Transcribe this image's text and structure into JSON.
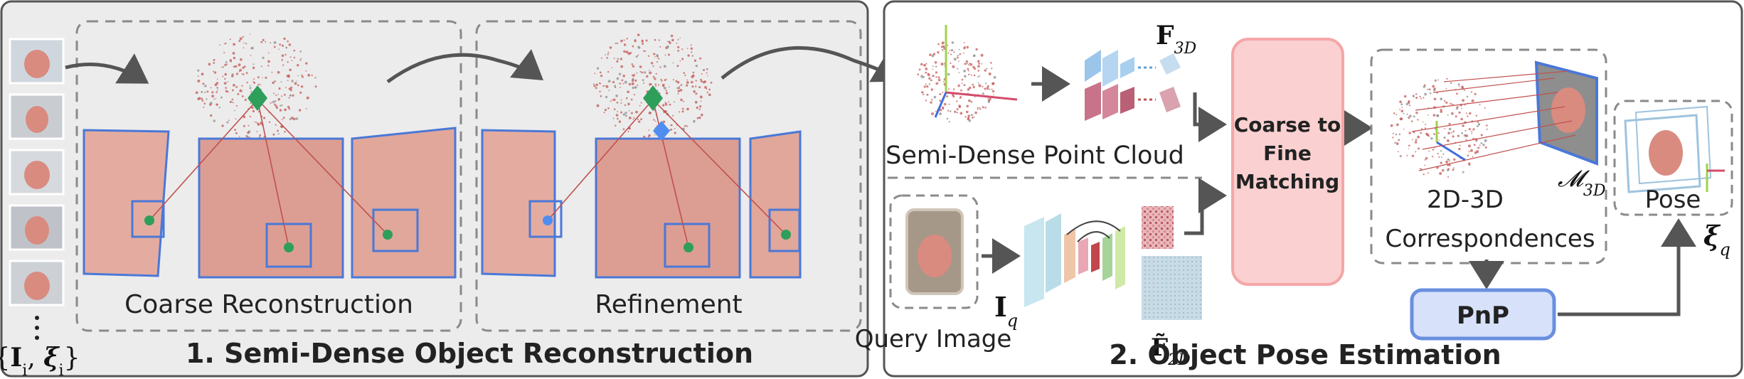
{
  "left_panel": {
    "title": "1. Semi-Dense Object Reconstruction",
    "input_label": "{I_i, ξ_i}",
    "coarse_label": "Coarse Reconstruction",
    "refine_label": "Refinement"
  },
  "right_panel": {
    "title": "2. Object Pose Estimation",
    "point_cloud_label": "Semi-Dense Point Cloud",
    "feature_3d_label": "F3D",
    "matching_label_line1": "Coarse to",
    "matching_label_line2": "Fine",
    "matching_label_line3": "Matching",
    "correspondence_line1": "2D-3D",
    "correspondence_line2": "Correspondences",
    "m3d_label": "M3D",
    "pose_label": "Pose",
    "pose_symbol": "ξq",
    "query_label": "Query Image",
    "iq_label": "Iq",
    "f2d_label": "F̃2D",
    "pnp_label": "PnP"
  },
  "colors": {
    "panel_bg": "#ececec",
    "panel_border": "#555555",
    "dash": "#8a8a8a",
    "arrow": "#555555",
    "frame_blue": "#4a78d8",
    "point_red": "#c0504d",
    "match_box_fill": "#fbd0d0",
    "match_box_stroke": "#f4a6a6",
    "pnp_fill": "#d7e1fa",
    "pnp_stroke": "#6a8fe0",
    "green_node": "#2e9e5b",
    "blue_node": "#4f8ef0",
    "object_pink": "#d98b80"
  }
}
